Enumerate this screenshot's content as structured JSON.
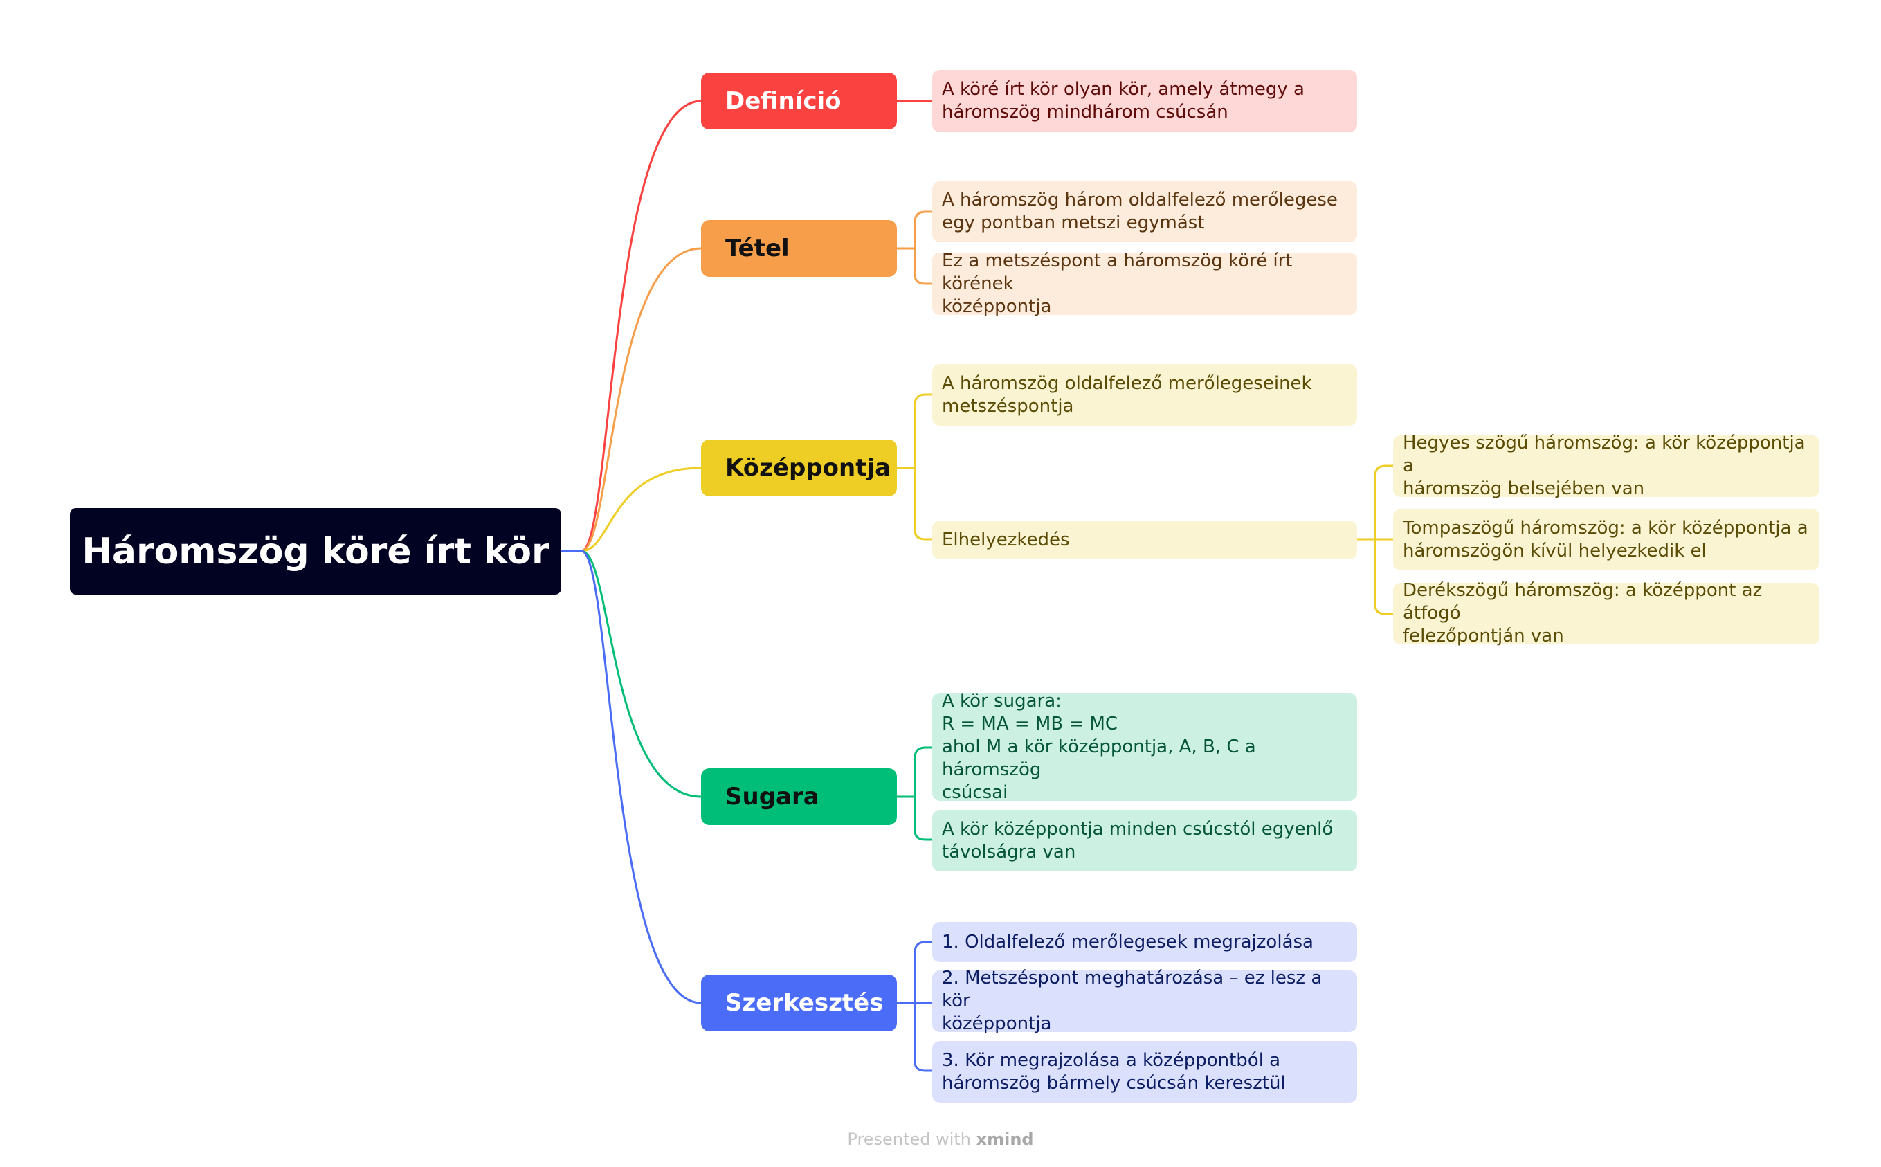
{
  "root": {
    "title": "Háromszög köré írt kör"
  },
  "colors": {
    "root_bg": "#020222",
    "branches": [
      "#fa4240",
      "#f79e4a",
      "#eecd24",
      "#00bd77",
      "#4b6cf7"
    ],
    "leaf_backgrounds": [
      "#fed8d6",
      "#fdebdb",
      "#faf4d3",
      "#ccf1e2",
      "#dbe1fd"
    ],
    "leaf_text": [
      "#5e0b0a",
      "#5a3510",
      "#5a4b05",
      "#04553a",
      "#0d1d63"
    ]
  },
  "branches": [
    {
      "label": "Definíció",
      "leaves": [
        "A köré írt kör olyan kör, amely átmegy a\nháromszög mindhárom csúcsán"
      ]
    },
    {
      "label": "Tétel",
      "leaves": [
        "A háromszög három oldalfelező merőlegese\negy pontban metszi egymást",
        "Ez a metszéspont a háromszög köré írt körének\nközéppontja"
      ]
    },
    {
      "label": "Középpontja",
      "leaves": [
        "A háromszög oldalfelező merőlegeseinek\nmetszéspontja",
        "Elhelyezkedés"
      ],
      "subleaves": [
        "Hegyes szögű háromszög: a kör középpontja a\nháromszög belsejében van",
        "Tompaszögű háromszög: a kör középpontja a\nháromszögön kívül helyezkedik el",
        "Derékszögű háromszög: a középpont az átfogó\nfelezőpontján van"
      ]
    },
    {
      "label": "Sugara",
      "leaves": [
        "A kör sugara:\nR = MA = MB = MC\nahol M a kör középpontja, A, B, C a háromszög\ncsúcsai",
        "A kör középpontja minden csúcstól egyenlő\ntávolságra van"
      ]
    },
    {
      "label": "Szerkesztés",
      "leaves": [
        "1. Oldalfelező merőlegesek megrajzolása",
        "2. Metszéspont meghatározása – ez lesz a kör\nközéppontja",
        "3. Kör megrajzolása a középpontból a\nháromszög bármely csúcsán keresztül"
      ]
    }
  ],
  "footer": {
    "prefix": "Presented with",
    "brand": "xmind"
  }
}
